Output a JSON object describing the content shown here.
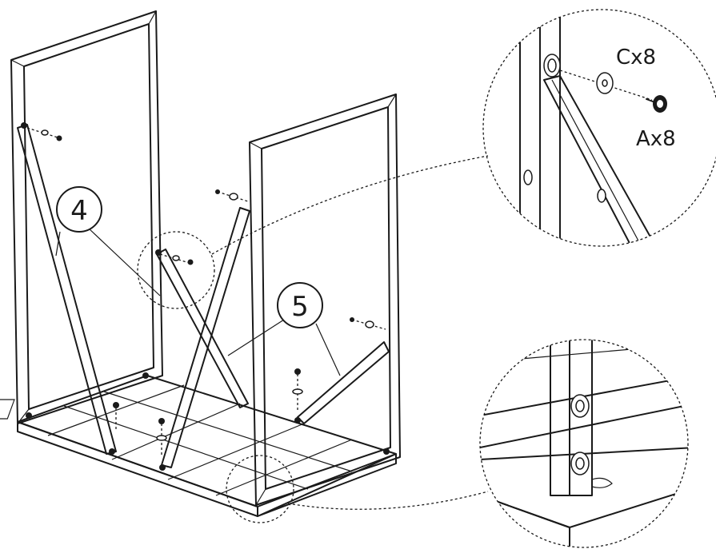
{
  "callouts": [
    {
      "label": "4"
    },
    {
      "label": "5"
    }
  ],
  "hardware_labels": {
    "washer": "Cx8",
    "bolt": "Ax8"
  }
}
